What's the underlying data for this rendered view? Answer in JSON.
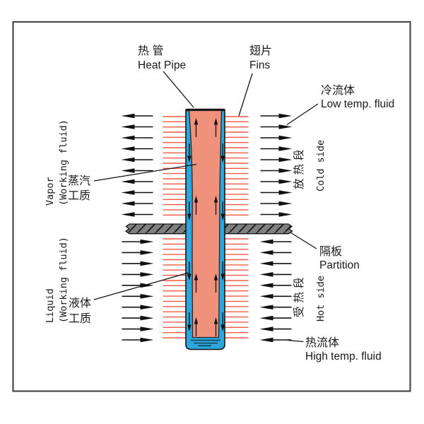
{
  "labels": {
    "heat_pipe": {
      "zh": "热 管",
      "en": "Heat Pipe"
    },
    "fins": {
      "zh": "翅片",
      "en": "Fins"
    },
    "low_temp_fluid": {
      "zh": "冷流体",
      "en": "Low temp. fluid"
    },
    "vapor": {
      "en_line1": "Vapor",
      "en_line2": "(Working fluid)",
      "zh_line1": "蒸汽",
      "zh_line2": "工质"
    },
    "liquid": {
      "en_line1": "Liquid",
      "en_line2": "(Working fluid)",
      "zh_line1": "液体",
      "zh_line2": "工质"
    },
    "cold_side": {
      "zh": "放热段",
      "en": "Cold side"
    },
    "hot_side": {
      "zh": "受热段",
      "en": "Hot side"
    },
    "partition": {
      "zh": "隔板",
      "en": "Partition"
    },
    "high_temp_fluid": {
      "zh": "热流体",
      "en": "High temp. fluid"
    }
  },
  "colors": {
    "background": "#ffffff",
    "frame": "#4a4a4a",
    "pipe_wall": "#2ba7dd",
    "pipe_interior": "#f0917c",
    "fin": "#f15a43",
    "partition_fill": "#7f7f7f",
    "outline": "#151515",
    "arrow": "#111111",
    "liquid_lines": "#17404f",
    "text": "#1a1a1a"
  }
}
